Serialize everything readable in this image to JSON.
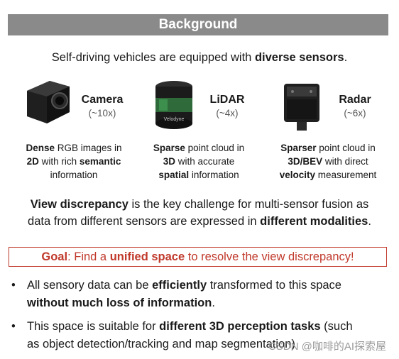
{
  "banner": {
    "title": "Background"
  },
  "intro": {
    "pre": "Self-driving vehicles are equipped with ",
    "bold": "diverse sensors",
    "post": "."
  },
  "sensors": [
    {
      "name": "Camera",
      "count": "(~10x)",
      "icon": "camera-icon",
      "desc": [
        {
          "b": "Dense",
          "t": " RGB images in"
        },
        {
          "b": "2D",
          "t": " with rich ",
          "b2": "semantic"
        },
        {
          "t": "information"
        }
      ]
    },
    {
      "name": "LiDAR",
      "count": "(~4x)",
      "icon": "lidar-icon",
      "brand": "Velodyne",
      "desc": [
        {
          "b": "Sparse",
          "t": " point cloud in"
        },
        {
          "b": "3D",
          "t": " with accurate"
        },
        {
          "b": "spatial",
          "t": " information"
        }
      ]
    },
    {
      "name": "Radar",
      "count": "(~6x)",
      "icon": "radar-icon",
      "desc": [
        {
          "b": "Sparser",
          "t": " point cloud in"
        },
        {
          "b": "3D/BEV",
          "t": " with direct"
        },
        {
          "b": "velocity",
          "t": " measurement"
        }
      ]
    }
  ],
  "challenge": {
    "b1": "View discrepancy",
    "t1": " is the key challenge for multi-sensor fusion as",
    "t2": "data from different sensors are expressed in ",
    "b2": "different modalities",
    "t3": "."
  },
  "goal": {
    "b1": "Goal",
    "t1": ": Find a ",
    "b2": "unified space",
    "t2": " to resolve the view discrepancy!"
  },
  "bullets": [
    {
      "t1": "All sensory data can be ",
      "b1": "efficiently",
      "t2": " transformed to this space",
      "b2": "without much loss of information",
      "t3": "."
    },
    {
      "t1": "This space is suitable for ",
      "b1": "different 3D perception tasks",
      "t2": " (such",
      "t3": "as object detection/tracking and map segmentation)"
    }
  ],
  "watermark": "CSDN @咖啡的AI探索屋",
  "colors": {
    "banner_bg": "#8a8a8a",
    "goal_red": "#c0392b"
  }
}
